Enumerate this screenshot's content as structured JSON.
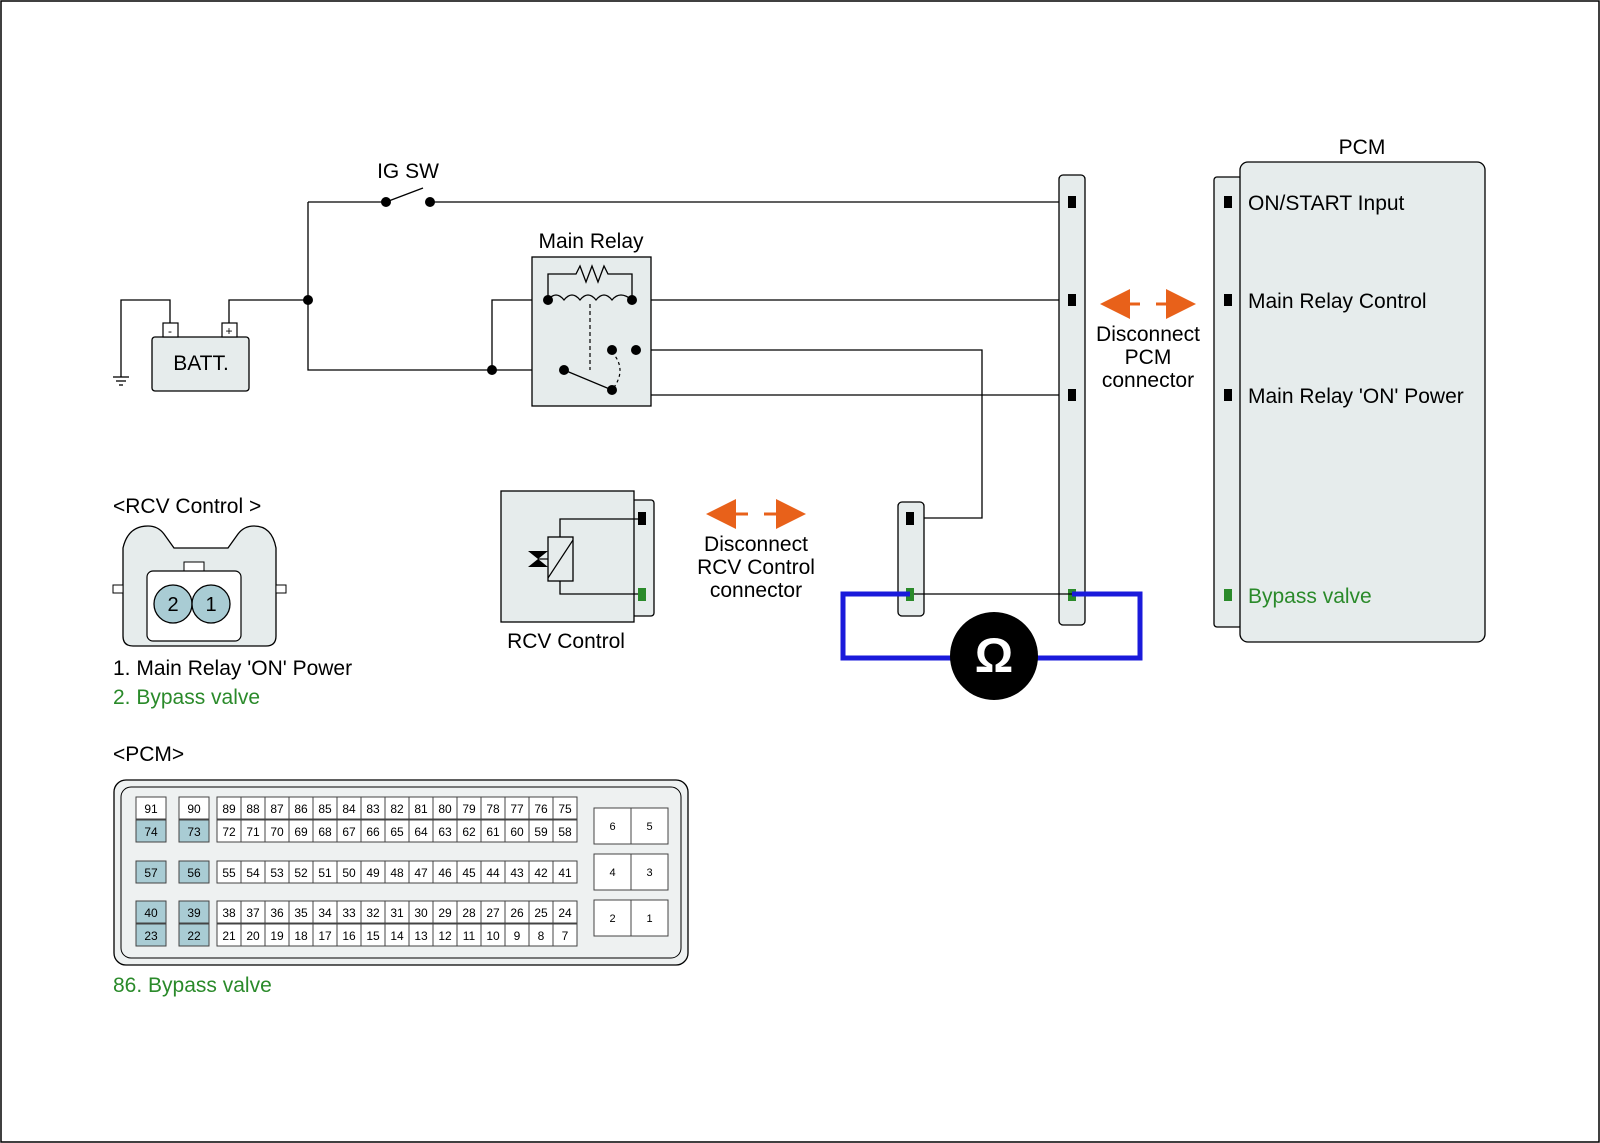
{
  "labels": {
    "ig_sw": "IG SW",
    "main_relay": "Main Relay",
    "batt": "BATT.",
    "batt_minus": "-",
    "batt_plus": "+",
    "pcm_title": "PCM",
    "pcm_on_start": "ON/START Input",
    "pcm_main_relay_control": "Main Relay Control",
    "pcm_main_relay_on_power": "Main Relay 'ON' Power",
    "pcm_bypass_valve": "Bypass valve",
    "disconnect_pcm": [
      "Disconnect",
      "PCM",
      "connector"
    ],
    "disconnect_rcv": [
      "Disconnect",
      "RCV Control",
      "connector"
    ],
    "rcv_control_box": "RCV Control",
    "ohm_symbol": "Ω"
  },
  "rcv_connector": {
    "title": "<RCV Control >",
    "pin_left": "2",
    "pin_right": "1",
    "legend_1": "1. Main Relay 'ON' Power",
    "legend_2": "2. Bypass valve"
  },
  "pcm_connector": {
    "title": "<PCM>",
    "top_left_pins": [
      [
        "91",
        "74"
      ],
      [
        "90",
        "73"
      ]
    ],
    "top_row_1": [
      "89",
      "88",
      "87",
      "86",
      "85",
      "84",
      "83",
      "82",
      "81",
      "80",
      "79",
      "78",
      "77",
      "76",
      "75"
    ],
    "top_row_2": [
      "72",
      "71",
      "70",
      "69",
      "68",
      "67",
      "66",
      "65",
      "64",
      "63",
      "62",
      "61",
      "60",
      "59",
      "58"
    ],
    "mid_left_pins": [
      "57",
      "56"
    ],
    "mid_row": [
      "55",
      "54",
      "53",
      "52",
      "51",
      "50",
      "49",
      "48",
      "47",
      "46",
      "45",
      "44",
      "43",
      "42",
      "41"
    ],
    "bot_left_pins": [
      [
        "40",
        "23"
      ],
      [
        "39",
        "22"
      ]
    ],
    "bot_row_1": [
      "38",
      "37",
      "36",
      "35",
      "34",
      "33",
      "32",
      "31",
      "30",
      "29",
      "28",
      "27",
      "26",
      "25",
      "24"
    ],
    "bot_row_2": [
      "21",
      "20",
      "19",
      "18",
      "17",
      "16",
      "15",
      "14",
      "13",
      "12",
      "11",
      "10",
      "9",
      "8",
      "7"
    ],
    "right_pins": [
      [
        "6",
        "5"
      ],
      [
        "4",
        "3"
      ],
      [
        "2",
        "1"
      ]
    ],
    "legend": "86. Bypass valve"
  },
  "colors": {
    "accent_green": "#2a8a2a",
    "arrow_orange": "#e8611a",
    "meter_blue": "#1a1adb",
    "highlight_pin": "#a9ccd4"
  }
}
